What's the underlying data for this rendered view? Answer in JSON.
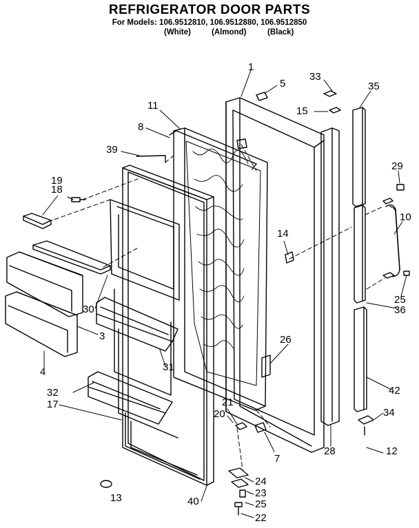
{
  "header": {
    "title": "REFRIGERATOR DOOR PARTS",
    "models_line": "For Models: 106.9512810, 106.9512880, 106.9512850",
    "colors": [
      "(White)",
      "(Almond)",
      "(Black)"
    ]
  },
  "callouts": [
    {
      "id": "c1",
      "label": "1"
    },
    {
      "id": "c5",
      "label": "5"
    },
    {
      "id": "c33",
      "label": "33"
    },
    {
      "id": "c35",
      "label": "35"
    },
    {
      "id": "c15",
      "label": "15"
    },
    {
      "id": "c11",
      "label": "11"
    },
    {
      "id": "c8",
      "label": "8"
    },
    {
      "id": "c39",
      "label": "39"
    },
    {
      "id": "c29",
      "label": "29"
    },
    {
      "id": "c19",
      "label": "19"
    },
    {
      "id": "c18",
      "label": "18"
    },
    {
      "id": "c10",
      "label": "10"
    },
    {
      "id": "c14",
      "label": "14"
    },
    {
      "id": "c25a",
      "label": "25"
    },
    {
      "id": "c36",
      "label": "36"
    },
    {
      "id": "c30",
      "label": "30"
    },
    {
      "id": "c3",
      "label": "3"
    },
    {
      "id": "c26",
      "label": "26"
    },
    {
      "id": "c4",
      "label": "4"
    },
    {
      "id": "c31",
      "label": "31"
    },
    {
      "id": "c32",
      "label": "32"
    },
    {
      "id": "c17",
      "label": "17"
    },
    {
      "id": "c42",
      "label": "42"
    },
    {
      "id": "c21",
      "label": "21"
    },
    {
      "id": "c20",
      "label": "20"
    },
    {
      "id": "c34",
      "label": "34"
    },
    {
      "id": "c7",
      "label": "7"
    },
    {
      "id": "c28",
      "label": "28"
    },
    {
      "id": "c12",
      "label": "12"
    },
    {
      "id": "c24",
      "label": "24"
    },
    {
      "id": "c13",
      "label": "13"
    },
    {
      "id": "c23",
      "label": "23"
    },
    {
      "id": "c40",
      "label": "40"
    },
    {
      "id": "c25b",
      "label": "25"
    },
    {
      "id": "c22",
      "label": "22"
    }
  ]
}
